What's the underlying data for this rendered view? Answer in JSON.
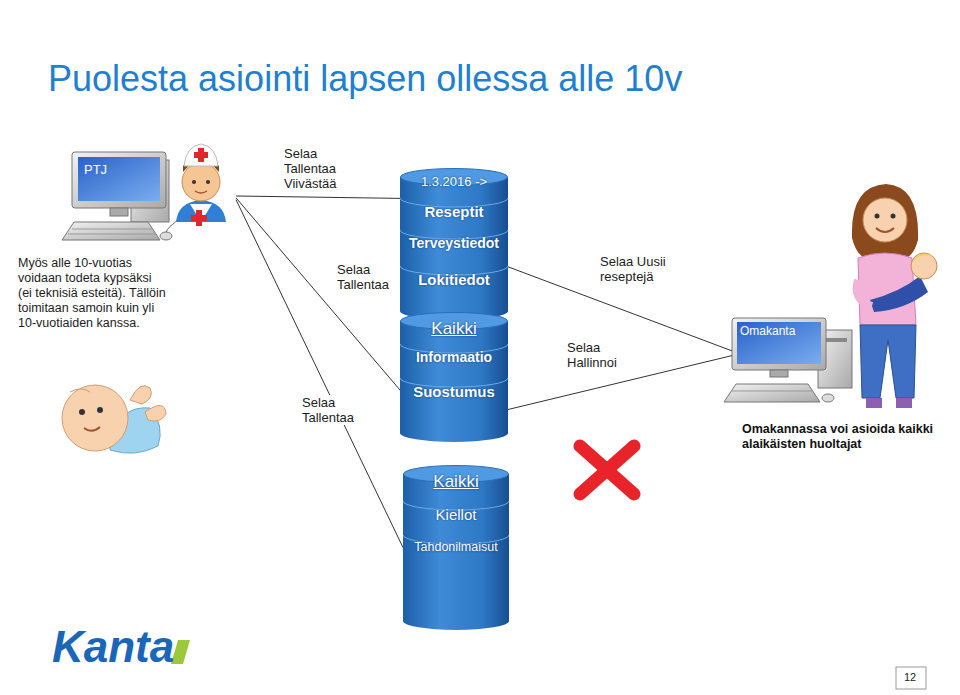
{
  "diagram": {
    "title": "Puolesta asiointi lapsen ollessa alle 10v",
    "nodes": [
      {
        "text": [
          "PTJ"
        ]
      },
      {
        "text": [
          "1.3.2016 ->",
          "Reseptit",
          "Terveystiedot",
          "Lokitiedot"
        ]
      },
      {
        "text": [
          "Kaikki",
          "Informaatio",
          "Suostumus"
        ]
      },
      {
        "text": [
          "Omakanta"
        ]
      },
      {
        "text": [
          "Kaikki",
          "Kiellot",
          "Tahdonilmaisut"
        ]
      }
    ],
    "edges": [
      {
        "from": 0,
        "to": 1,
        "label": "Selaa Tallentaa Viivästää",
        "arrow": "none"
      },
      {
        "from": 0,
        "to": 2,
        "label": "Selaa Tallentaa",
        "arrow": "none"
      },
      {
        "from": 0,
        "to": 4,
        "label": "Selaa Tallentaa",
        "arrow": "none"
      },
      {
        "from": 3,
        "to": 1,
        "label": "Selaa Uusii reseptejä",
        "arrow": "none"
      },
      {
        "from": 3,
        "to": 2,
        "label": "Selaa Hallinnoi",
        "arrow": "none"
      }
    ],
    "labels": [
      "Myös alle 10-vuotias voidaan todeta kypsäksi (ei teknisiä esteitä). Tällöin toimitaan samoin kuin yli 10-vuotiaiden kanssa.",
      "Omakannassa voi asioida kaikki alaikäisten huoltajat",
      "Kanta",
      "12"
    ]
  }
}
